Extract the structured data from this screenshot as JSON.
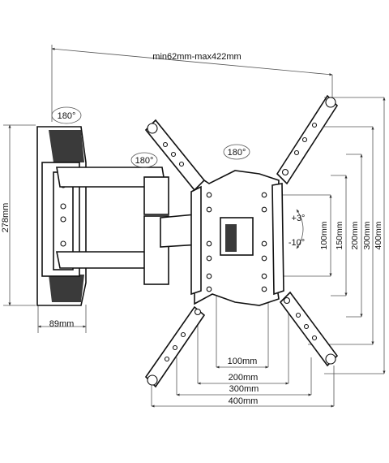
{
  "labels": {
    "arm_extension": "min62mm-max422mm",
    "wall_plate_height": "278mm",
    "wall_plate_depth": "89mm",
    "rotate_wall": "180°",
    "rotate_arm": "180°",
    "rotate_head": "180°",
    "tilt_up": "+3°",
    "tilt_down": "-10°",
    "vesa_v_100": "100mm",
    "vesa_v_150": "150mm",
    "vesa_v_200": "200mm",
    "vesa_v_300": "300mm",
    "vesa_v_400": "400mm",
    "vesa_h_100": "100mm",
    "vesa_h_200": "200mm",
    "vesa_h_300": "300mm",
    "vesa_h_400": "400mm"
  }
}
